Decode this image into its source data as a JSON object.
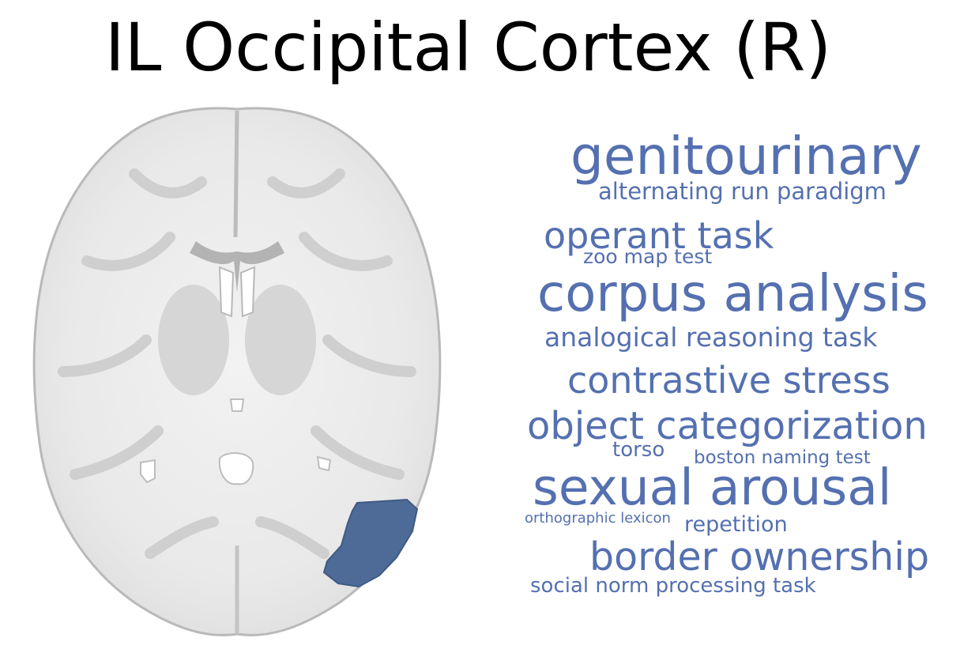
{
  "title": "IL Occipital Cortex (R)",
  "colors": {
    "region": "#4e6a97",
    "terms": "#5470b0",
    "brain_tissue": "#ebebeb",
    "brain_shading": "#c6c6c6"
  },
  "word_cloud": [
    {
      "id": "genitourinary",
      "text": "genitourinary"
    },
    {
      "id": "alternating-run-paradigm",
      "text": "alternating run paradigm"
    },
    {
      "id": "operant-task",
      "text": "operant task"
    },
    {
      "id": "zoo-map-test",
      "text": "zoo map test"
    },
    {
      "id": "corpus-analysis",
      "text": "corpus analysis"
    },
    {
      "id": "analogical-reasoning-task",
      "text": "analogical reasoning task"
    },
    {
      "id": "contrastive-stress",
      "text": "contrastive stress"
    },
    {
      "id": "object-categorization",
      "text": "object categorization"
    },
    {
      "id": "torso",
      "text": "torso"
    },
    {
      "id": "boston-naming-test",
      "text": "boston naming test"
    },
    {
      "id": "sexual-arousal",
      "text": "sexual arousal"
    },
    {
      "id": "orthographic-lexicon",
      "text": "orthographic lexicon"
    },
    {
      "id": "repetition",
      "text": "repetition"
    },
    {
      "id": "border-ownership",
      "text": "border ownership"
    },
    {
      "id": "social-norm-processing-task",
      "text": "social norm processing task"
    }
  ]
}
